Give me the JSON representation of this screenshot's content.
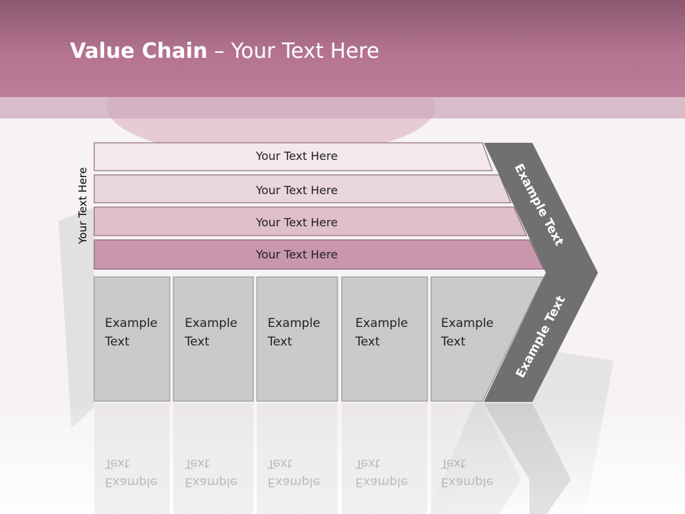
{
  "slide": {
    "title_bold": "Value Chain",
    "title_rest": " – Your Text Here",
    "side_label": "Your Text Here"
  },
  "bars": [
    {
      "label": "Your Text Here",
      "fill": "#f4e8ed"
    },
    {
      "label": "Your Text Here",
      "fill": "#ead6df"
    },
    {
      "label": "Your Text Here",
      "fill": "#e0bfcd"
    },
    {
      "label": "Your Text Here",
      "fill": "#c897ab"
    }
  ],
  "boxes": [
    {
      "line1": "Example",
      "line2": "Text"
    },
    {
      "line1": "Example",
      "line2": "Text"
    },
    {
      "line1": "Example",
      "line2": "Text"
    },
    {
      "line1": "Example",
      "line2": "Text"
    },
    {
      "line1": "Example",
      "line2": "Text"
    }
  ],
  "arrow": {
    "upper_label": "Example Text",
    "lower_label": "Example Text",
    "color": "#707070"
  },
  "colors": {
    "header": "#b4748f",
    "box_fill": "#cacaca",
    "box_border": "#8a8a8a"
  }
}
